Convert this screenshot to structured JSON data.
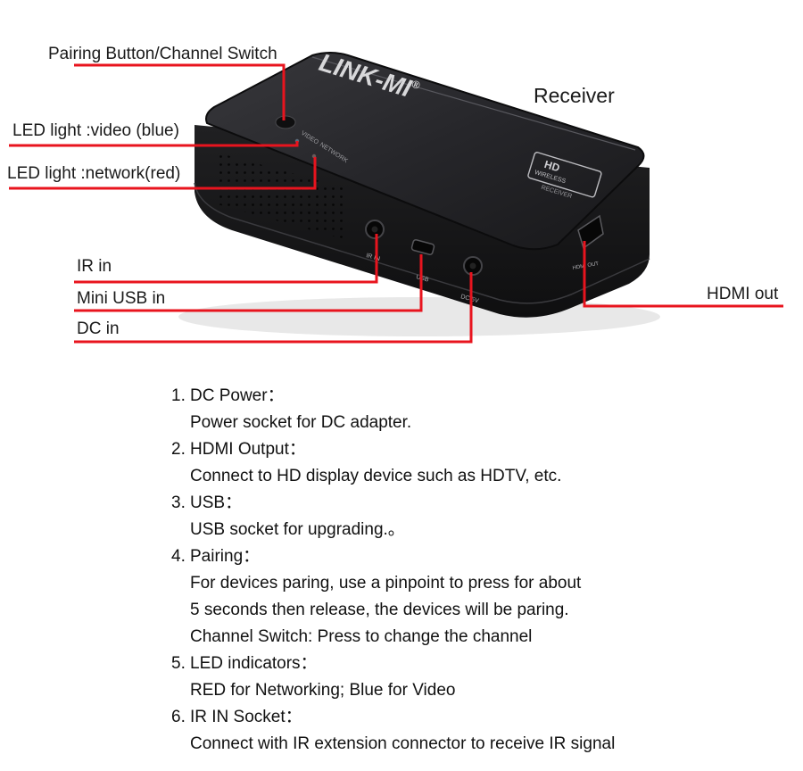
{
  "brand": "LINK-MI",
  "brand_mark": "®",
  "title": "Receiver",
  "device_labels": {
    "video": "VIDEO",
    "network": "NETWORK",
    "ir": "IR IN",
    "usb": "USB",
    "dc": "DC 5V",
    "hdmi": "HDMI OUT",
    "badge_hd": "HD",
    "badge_line1": "WIRELESS",
    "badge_line2": "RECEIVER"
  },
  "callouts": {
    "pairing": "Pairing Button/Channel Switch",
    "led_video": "LED light :video (blue)",
    "led_network": "LED light :network(red)",
    "ir_in": "IR in",
    "mini_usb": "Mini USB in",
    "dc_in": "DC in",
    "hdmi_out": "HDMI out"
  },
  "colors": {
    "callout_line": "#e8141e",
    "device_body": "#1b1b1d",
    "device_top": "#2a2a2d"
  },
  "features": [
    {
      "title": "DC Power：",
      "lines": [
        "Power socket for DC adapter."
      ]
    },
    {
      "title": "HDMI Output：",
      "lines": [
        "Connect to HD display device such as HDTV, etc."
      ]
    },
    {
      "title": "USB：",
      "lines": [
        "USB socket for upgrading.。"
      ]
    },
    {
      "title": "Pairing：",
      "lines": [
        "For devices paring, use a pinpoint to press for about",
        "5 seconds then release, the devices will be paring.",
        "Channel Switch: Press to change the channel"
      ]
    },
    {
      "title": "LED indicators：",
      "lines": [
        "RED for Networking; Blue for Video"
      ]
    },
    {
      "title": "IR IN Socket：",
      "lines": [
        "Connect with IR extension connector to receive IR signal"
      ]
    }
  ]
}
